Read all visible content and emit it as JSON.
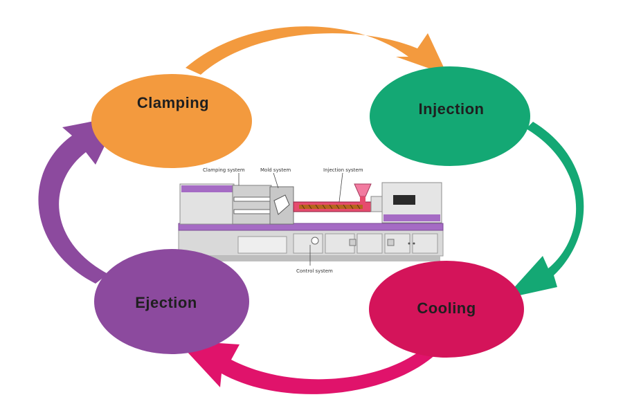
{
  "stages": {
    "clamping": {
      "label": "Clamping",
      "color": "#F39A3E"
    },
    "injection": {
      "label": "Injection",
      "color": "#14A874"
    },
    "cooling": {
      "label": "Cooling",
      "color": "#D4145A"
    },
    "ejection": {
      "label": "Ejection",
      "color": "#8C4A9E"
    }
  },
  "arrows": {
    "clamping_to_injection": {
      "color": "#F39A3E"
    },
    "injection_to_cooling": {
      "color": "#14A874"
    },
    "cooling_to_ejection": {
      "color": "#E0136B"
    },
    "ejection_to_clamping": {
      "color": "#8C4A9E"
    }
  },
  "machine": {
    "labels": {
      "clamping_system": "Clamping system",
      "mold_system": "Mold system",
      "injection_system": "Injection system",
      "control_system": "Control system"
    },
    "colors": {
      "body": "#D8D8D8",
      "accent": "#A56BC4",
      "melt": "#E64B6E",
      "screw": "#B5651D"
    }
  }
}
